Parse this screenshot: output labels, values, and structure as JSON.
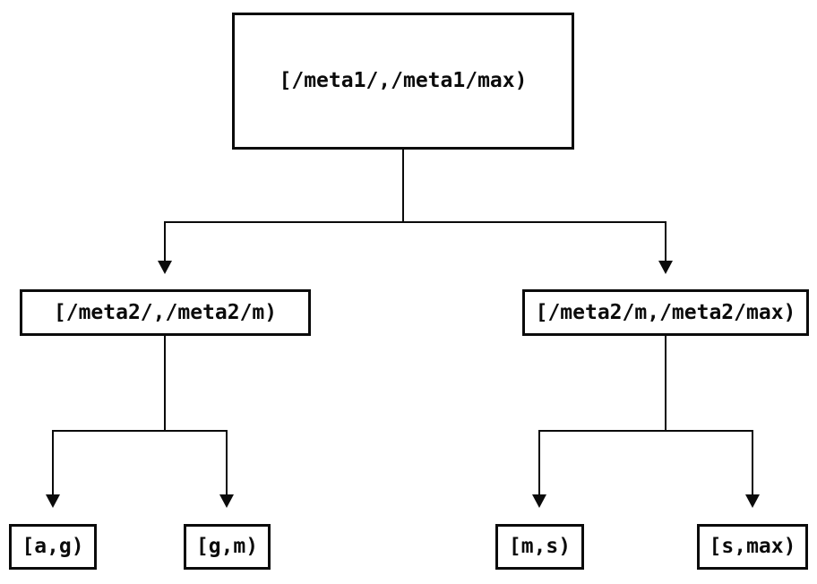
{
  "diagram": {
    "type": "tree",
    "colors": {
      "stroke": "#0b0b0b",
      "node_fill": "#ffffff",
      "background": "#ffffff"
    },
    "root": {
      "label": "[/meta1/,/meta1/max)",
      "children": [
        {
          "label": "[/meta2/,/meta2/m)",
          "children": [
            {
              "label": "[a,g)"
            },
            {
              "label": "[g,m)"
            }
          ]
        },
        {
          "label": "[/meta2/m,/meta2/max)",
          "children": [
            {
              "label": "[m,s)"
            },
            {
              "label": "[s,max)"
            }
          ]
        }
      ]
    }
  }
}
